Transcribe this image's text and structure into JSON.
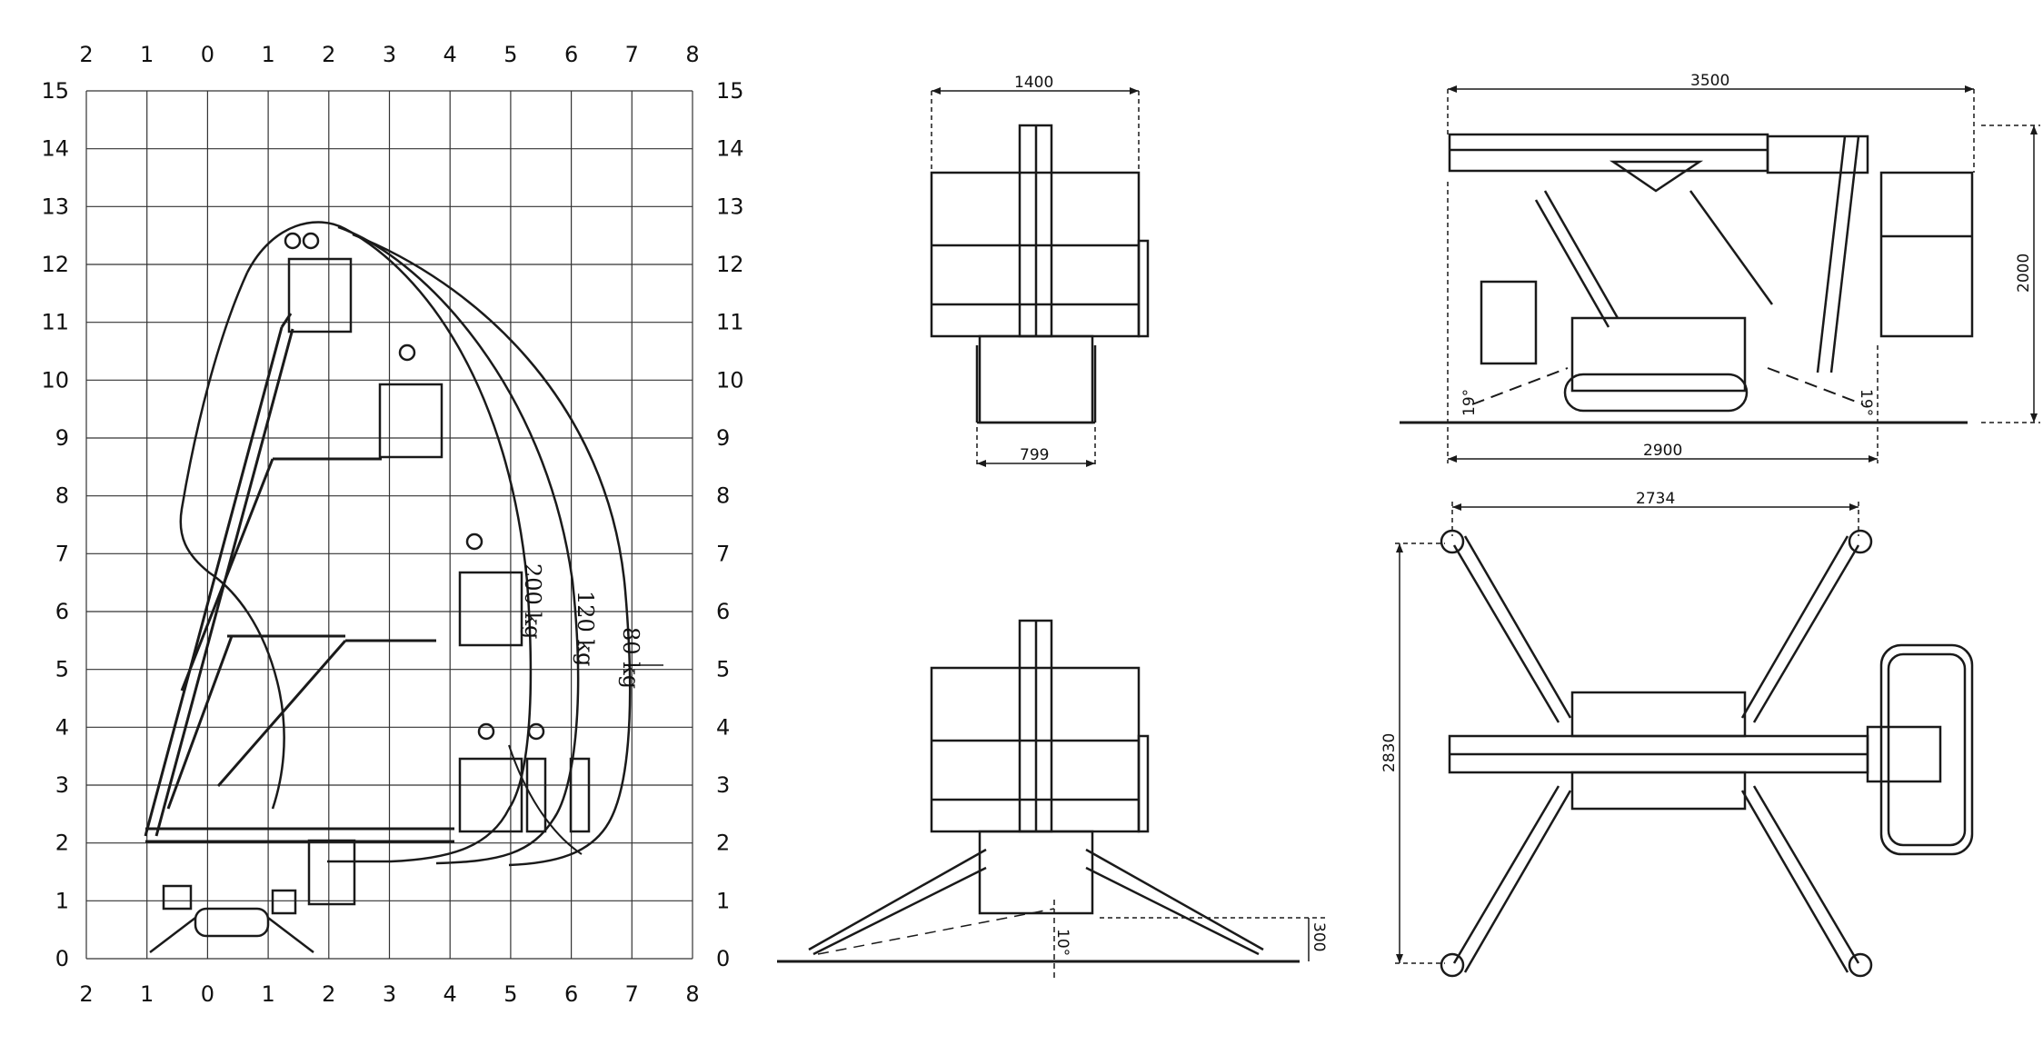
{
  "working_range": {
    "top_axis_labels": [
      "2",
      "1",
      "0",
      "1",
      "2",
      "3",
      "4",
      "5",
      "6",
      "7",
      "8"
    ],
    "bottom_axis_labels": [
      "2",
      "1",
      "0",
      "1",
      "2",
      "3",
      "4",
      "5",
      "6",
      "7",
      "8"
    ],
    "height_labels": [
      "0",
      "1",
      "2",
      "3",
      "4",
      "5",
      "6",
      "7",
      "8",
      "9",
      "10",
      "11",
      "12",
      "13",
      "14",
      "15"
    ],
    "load_labels": [
      "200 kg",
      "120 kg",
      "80 kg"
    ]
  },
  "front_view": {
    "width_label": "1400",
    "track_width_label": "799"
  },
  "side_view": {
    "length_label": "3500",
    "height_label": "2000",
    "base_length_label": "2900",
    "angle_left_label": "19°",
    "angle_right_label": "19°"
  },
  "front_outriggers": {
    "angle_label": "10°",
    "height_label": "300"
  },
  "top_view": {
    "outrigger_span_label": "2734",
    "outrigger_depth_label": "2830"
  },
  "colors": {
    "line": "#1a1a1a",
    "background": "#ffffff",
    "grid": "#333333"
  }
}
